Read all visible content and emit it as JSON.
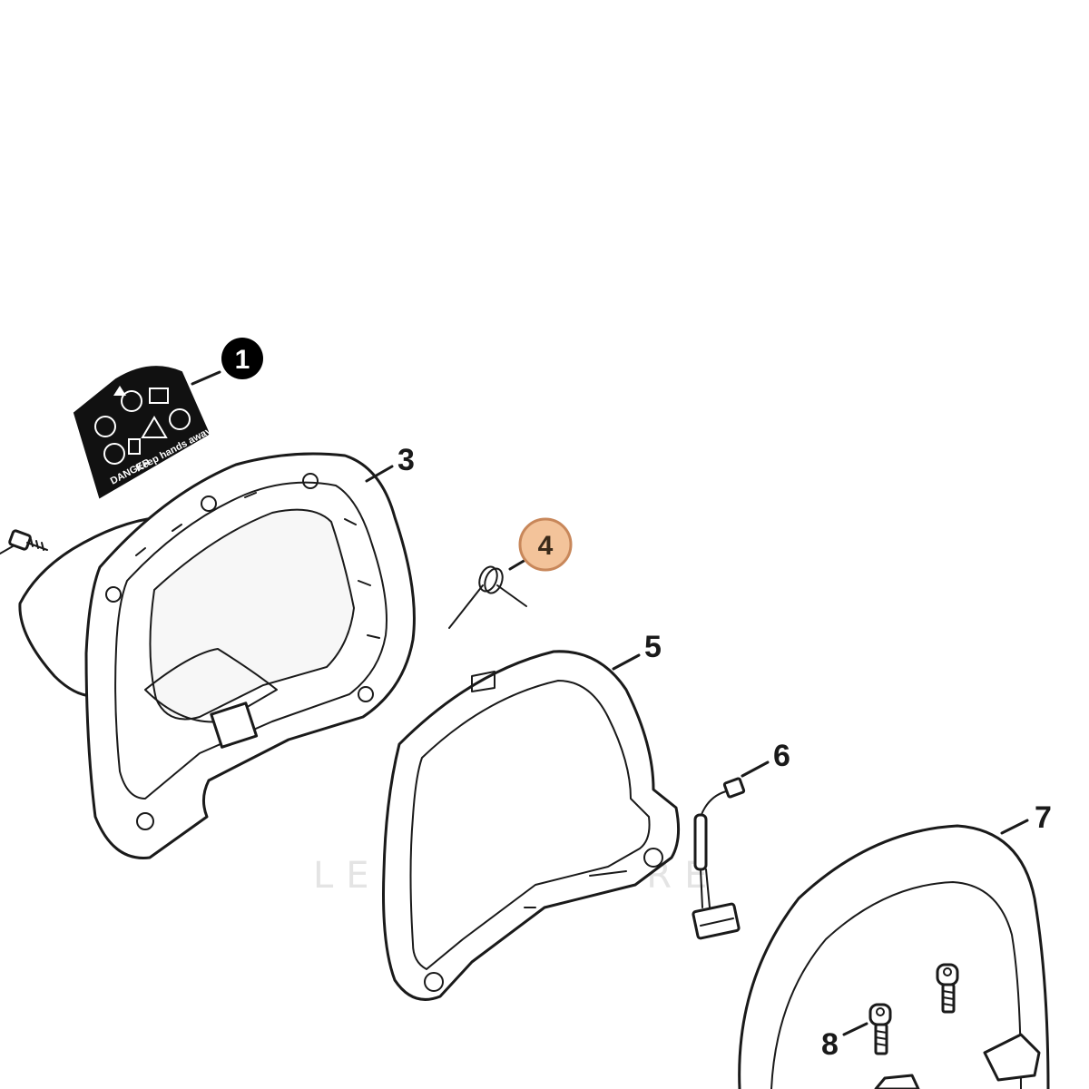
{
  "callouts": {
    "c1": "1",
    "c3": "3",
    "c4": "4",
    "c5": "5",
    "c6": "6",
    "c7": "7",
    "c8": "8"
  },
  "decal": {
    "danger_label": "DANGER",
    "warning_text": "Keep hands away from blade."
  },
  "watermark": {
    "text": "LEADVENTURE"
  },
  "colors": {
    "line": "#1a1a1a",
    "highlight_fill": "#f3c39a",
    "highlight_stroke": "#c8875a",
    "badge_fill": "#000000",
    "watermark": "#d9d9d9"
  }
}
